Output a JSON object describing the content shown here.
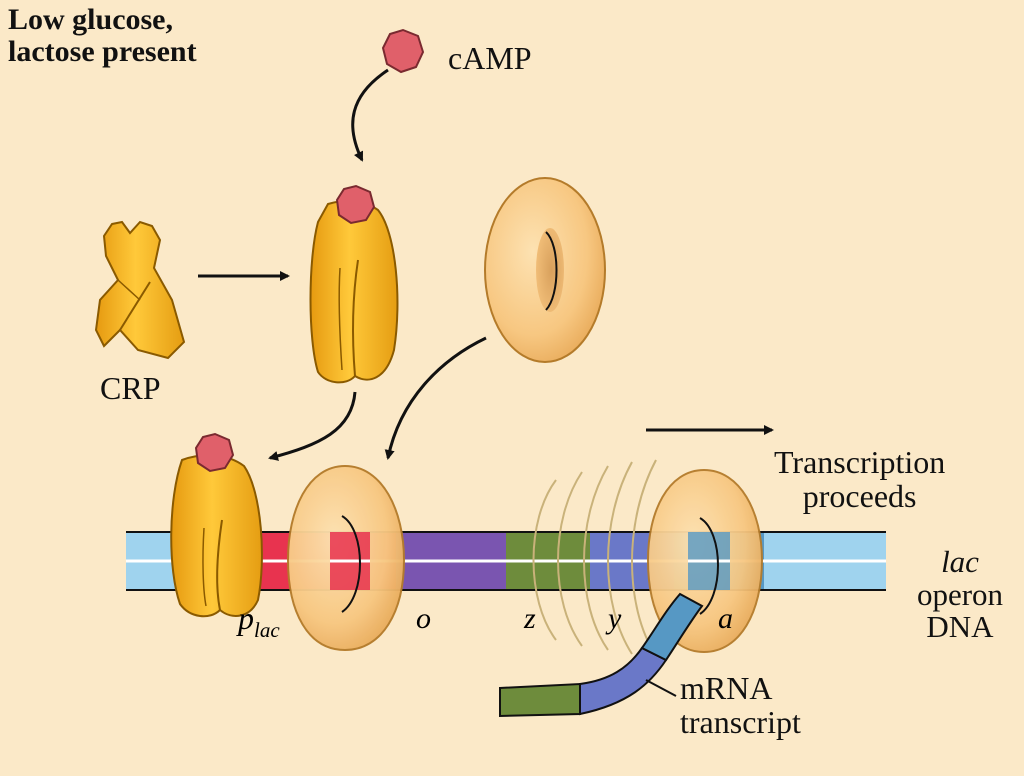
{
  "title": {
    "line1": "Low glucose,",
    "line2": "lactose present"
  },
  "labels": {
    "camp": "cAMP",
    "crp": "CRP",
    "transcription_line1": "Transcription",
    "transcription_line2": "proceeds",
    "lac": "lac",
    "operon": "operon",
    "dna": "DNA",
    "mrna_line1": "mRNA",
    "mrna_line2": "transcript",
    "plac_p": "p",
    "plac_sub": "lac",
    "gene_o": "o",
    "gene_z": "z",
    "gene_y": "y",
    "gene_a": "a"
  },
  "colors": {
    "background": "#fbe9c8",
    "crp_protein": "#f5b21a",
    "camp": "#e0606a",
    "rna_polymerase": "#f8cb84",
    "dna_promoter": "#e8334f",
    "dna_operator": "#7a55b0",
    "gene_z": "#6e8c3c",
    "gene_y": "#6a78c8",
    "gene_a": "#5698c4",
    "dna_flank": "#9fd3ee"
  }
}
